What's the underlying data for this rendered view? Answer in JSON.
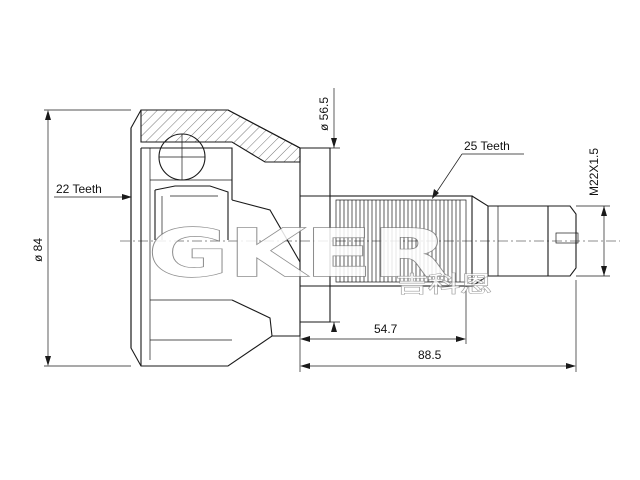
{
  "drawing": {
    "labels": {
      "outer_diameter": "ø 84",
      "inner_teeth": "22 Teeth",
      "bell_diameter": "ø 56.5",
      "outer_teeth": "25 Teeth",
      "thread": "M22X1.5",
      "length_short": "54.7",
      "length_total": "88.5"
    },
    "watermark": {
      "brand": "GKER",
      "chinese": "吉科恩"
    }
  }
}
